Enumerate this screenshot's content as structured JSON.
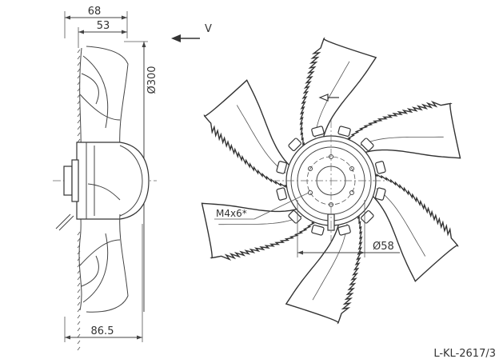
{
  "side_view": {
    "dim_overall_depth": "68",
    "dim_blade_depth": "53",
    "dim_diameter": "Ø300",
    "dim_bottom_depth": "86.5"
  },
  "airflow": {
    "label": "V"
  },
  "front_view": {
    "mount_thread": "M4x6*",
    "hub_diameter": "Ø58"
  },
  "drawing_number": "L-KL-2617/3",
  "front_view_blade_count": 6,
  "colors": {
    "line": "#333333",
    "background": "#ffffff"
  }
}
